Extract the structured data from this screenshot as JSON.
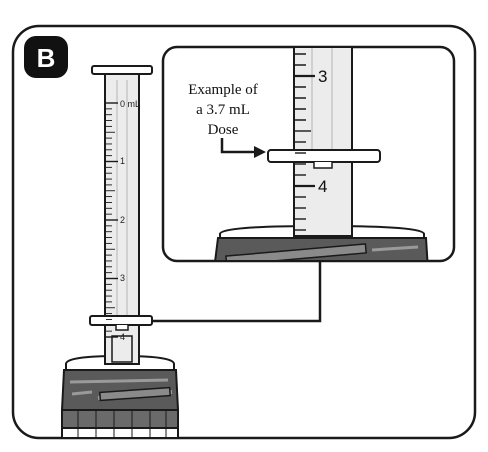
{
  "panel": {
    "letter": "B"
  },
  "syringe": {
    "scale_labels": [
      "0 mL",
      "1",
      "2",
      "3",
      "4"
    ]
  },
  "zoom": {
    "scale_labels": [
      "3",
      "4"
    ]
  },
  "callout": {
    "line1": "Example of",
    "line2": "a 3.7 mL",
    "line3": "Dose"
  },
  "dose": {
    "value_ml": 3.7
  },
  "colors": {
    "outline": "#1a1a1a",
    "bottle_band": "#5a5a5a",
    "bottle_band_light": "#8a8a8a",
    "syringe_body": "#e9e9e9",
    "badge": "#111111"
  },
  "icons": {
    "syringe": "oral-syringe-icon",
    "bottle": "bottle-adapter-icon"
  }
}
